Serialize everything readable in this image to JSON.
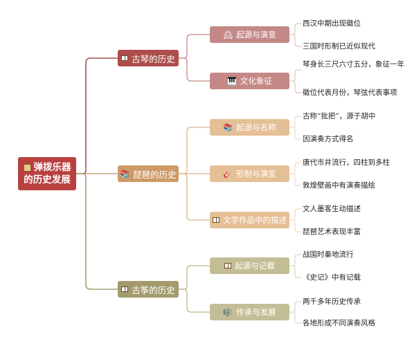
{
  "root": {
    "label_line1": "弹拨乐器",
    "label_line2": "的历史发展",
    "icon": "scroll-icon"
  },
  "branches": [
    {
      "label": "古琴的历史",
      "icon": "book-icon",
      "color": "#ad4e4b",
      "subs": [
        {
          "label": "起源与演变",
          "icon": "clock-icon",
          "leaves": [
            "西汉中期出现徽位",
            "三国时形制已近似现代"
          ]
        },
        {
          "label": "文化象征",
          "icon": "piano-keys-icon",
          "leaves": [
            "琴身长三尺六寸五分，象征一年",
            "徽位代表月份，琴弦代表事项"
          ]
        }
      ]
    },
    {
      "label": "琵琶的历史",
      "icon": "books-icon",
      "color": "#cd9a68",
      "subs": [
        {
          "label": "起源与名称",
          "icon": "books-icon",
          "leaves": [
            "古称“批把”，源于胡中",
            "因演奏方式得名"
          ]
        },
        {
          "label": "形制与演变",
          "icon": "guitar-icon",
          "leaves": [
            "唐代市井流行，四柱到多柱",
            "敦煌壁画中有演奏描绘"
          ]
        },
        {
          "label": "文学作品中的描述",
          "icon": "book-icon",
          "leaves": [
            "文人墨客生动描述",
            "琵琶艺术表现丰富"
          ]
        }
      ]
    },
    {
      "label": "古筝的历史",
      "icon": "book-icon",
      "color": "#a39b6c",
      "subs": [
        {
          "label": "起源与记载",
          "icon": "book-icon",
          "leaves": [
            "战国时秦地流行",
            "《史记》中有记载"
          ]
        },
        {
          "label": "传承与发展",
          "icon": "music-notes-icon",
          "leaves": [
            "两千多年历史传承",
            "各地形成不同演奏风格"
          ]
        }
      ]
    }
  ],
  "colors": {
    "root": "#b8413f",
    "branch_1": "#ad4e4b",
    "branch_2": "#cd9a68",
    "branch_3": "#a39b6c",
    "sub_1": "#c48987",
    "sub_2": "#e5bf95",
    "sub_3": "#c3be95",
    "link_1": "#a8524f",
    "link_2": "#c9a27e",
    "link_3": "#a49f75"
  }
}
